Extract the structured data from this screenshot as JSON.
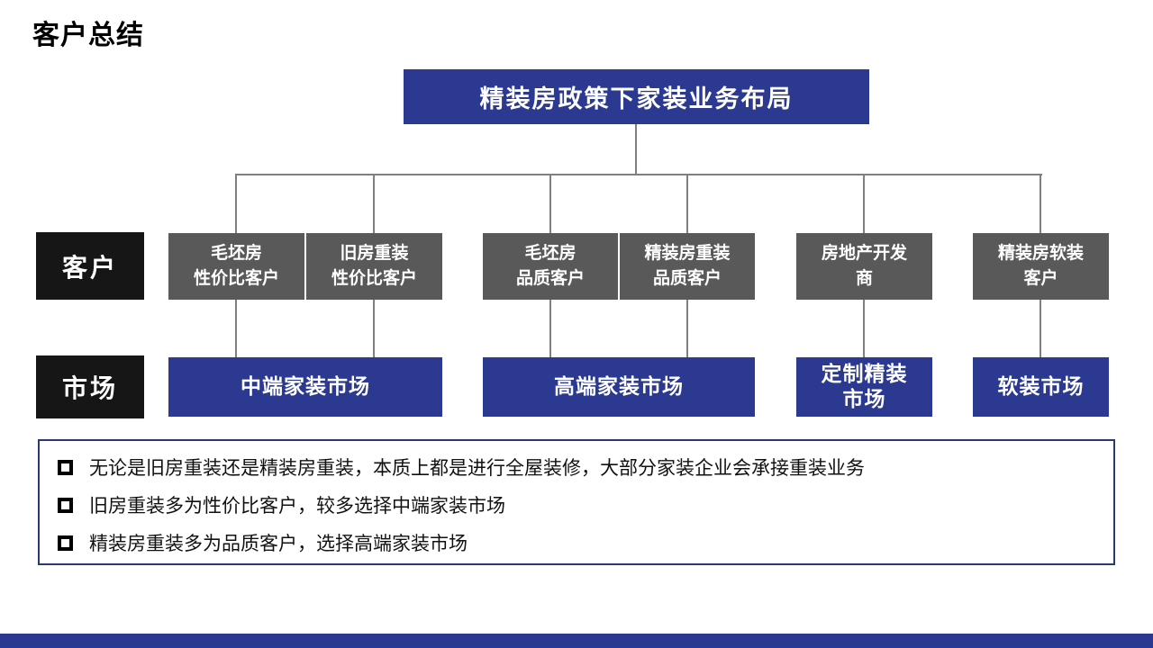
{
  "page_title": "客户总结",
  "colors": {
    "accent_blue": "#2B3990",
    "box_gray": "#595959",
    "label_black": "#161616",
    "connector_gray": "#7F7F7F",
    "notes_border_navy": "#2A3A6E"
  },
  "org_chart": {
    "root_label": "精装房政策下家装业务布局",
    "customer_row_label": "客户",
    "market_row_label": "市场",
    "customers": [
      {
        "text": "毛坯房\n性价比客户"
      },
      {
        "text": "旧房重装\n性价比客户"
      },
      {
        "text": "毛坯房\n品质客户"
      },
      {
        "text": "精装房重装\n品质客户"
      },
      {
        "text": "房地产开发\n商"
      },
      {
        "text": "精装房软装\n客户"
      }
    ],
    "markets": [
      {
        "text": "中端家装市场"
      },
      {
        "text": "高端家装市场"
      },
      {
        "text": "定制精装\n市场"
      },
      {
        "text": "软装市场"
      }
    ]
  },
  "notes": {
    "items": [
      "无论是旧房重装还是精装房重装，本质上都是进行全屋装修，大部分家装企业会承接重装业务",
      "旧房重装多为性价比客户，较多选择中端家装市场",
      "精装房重装多为品质客户，选择高端家装市场"
    ]
  }
}
